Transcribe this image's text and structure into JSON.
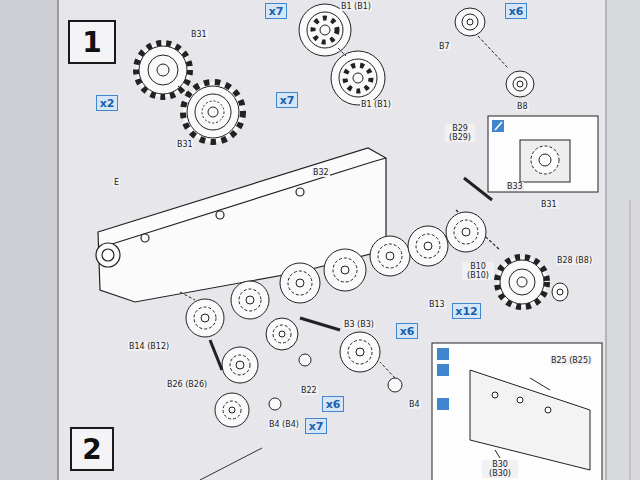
{
  "diagram": {
    "nodes": [
      {
        "text": [
          "x7"
        ]
      },
      {
        "text": [
          "x6"
        ]
      },
      {
        "text": [
          "1"
        ]
      },
      {
        "text": [
          "x2"
        ]
      },
      {
        "text": [
          "x7"
        ]
      },
      {
        "text": [
          "x12"
        ]
      },
      {
        "text": [
          "x6"
        ]
      },
      {
        "text": [
          "x6"
        ]
      },
      {
        "text": [
          "x7"
        ]
      },
      {
        "text": [
          "2"
        ]
      }
    ],
    "labels": [
      "B1 (B1)",
      "B31",
      "B31",
      "B7",
      "B8",
      "B1 (B1)",
      "B29 (B29)",
      "B33",
      "B31",
      "E",
      "B32",
      "B10 (B10)",
      "B28 (B8)",
      "B13",
      "B3 (B3)",
      "B14 (B12)",
      "B26 (B26)",
      "B22",
      "B4 (B4)",
      "B4",
      "B25 (B25)",
      "B30 (B30)"
    ]
  }
}
